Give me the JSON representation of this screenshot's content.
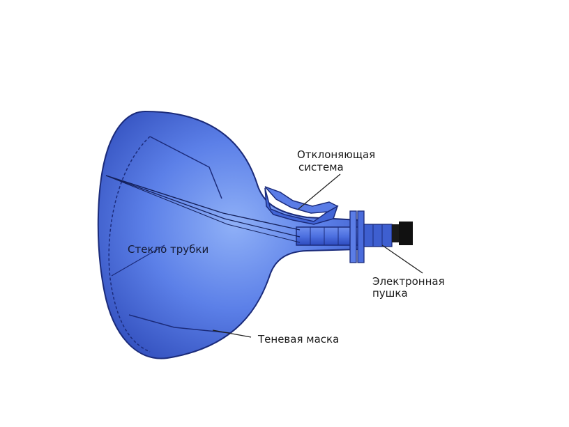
{
  "diagram": {
    "labels": {
      "deflection_line1": "Отклоняющая",
      "deflection_line2": "система",
      "glass": "Стекло трубки",
      "gun_line1": "Электронная",
      "gun_line2": "пушка",
      "mask": "Теневая маска"
    },
    "colors": {
      "tube_light": "#7f9ff2",
      "tube_mid": "#4a6fe0",
      "tube_dark": "#2443b4",
      "outline": "#1b2b7a",
      "leader": "#222222",
      "plug": "#1a1a1a"
    }
  }
}
